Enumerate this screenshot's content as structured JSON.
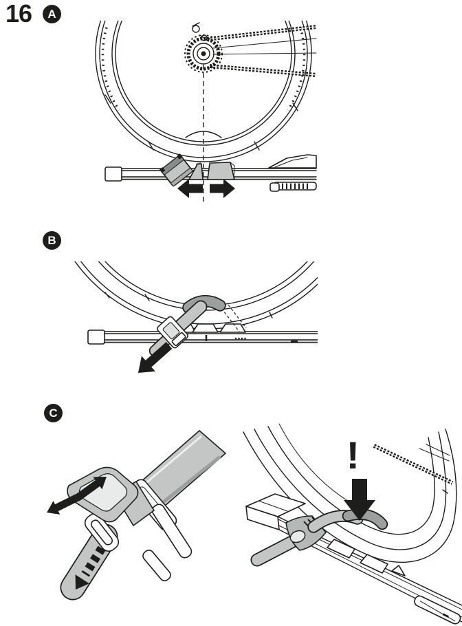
{
  "page": {
    "step_number": "16",
    "background_color": "#ffffff",
    "line_color": "#1d1d1b",
    "strap_color": "#c3c6c5",
    "strap_shadow_color": "#9ba09e",
    "rail_shade_color": "#cfd2d1",
    "arrow_color": "#1d1d1b",
    "badge_background": "#1d1d1b",
    "badge_text_color": "#ffffff"
  },
  "sections": [
    {
      "label": "A",
      "icons": [
        "arrow-left-icon",
        "arrow-right-icon",
        "center-dashed-line"
      ]
    },
    {
      "label": "B",
      "icons": [
        "arrow-pull-down-left-icon"
      ]
    },
    {
      "label": "C",
      "warning_mark": "!",
      "icons": [
        "arrow-open-lever-icon",
        "arrow-pull-strap-dashed-icon",
        "arrow-press-down-icon"
      ]
    }
  ]
}
